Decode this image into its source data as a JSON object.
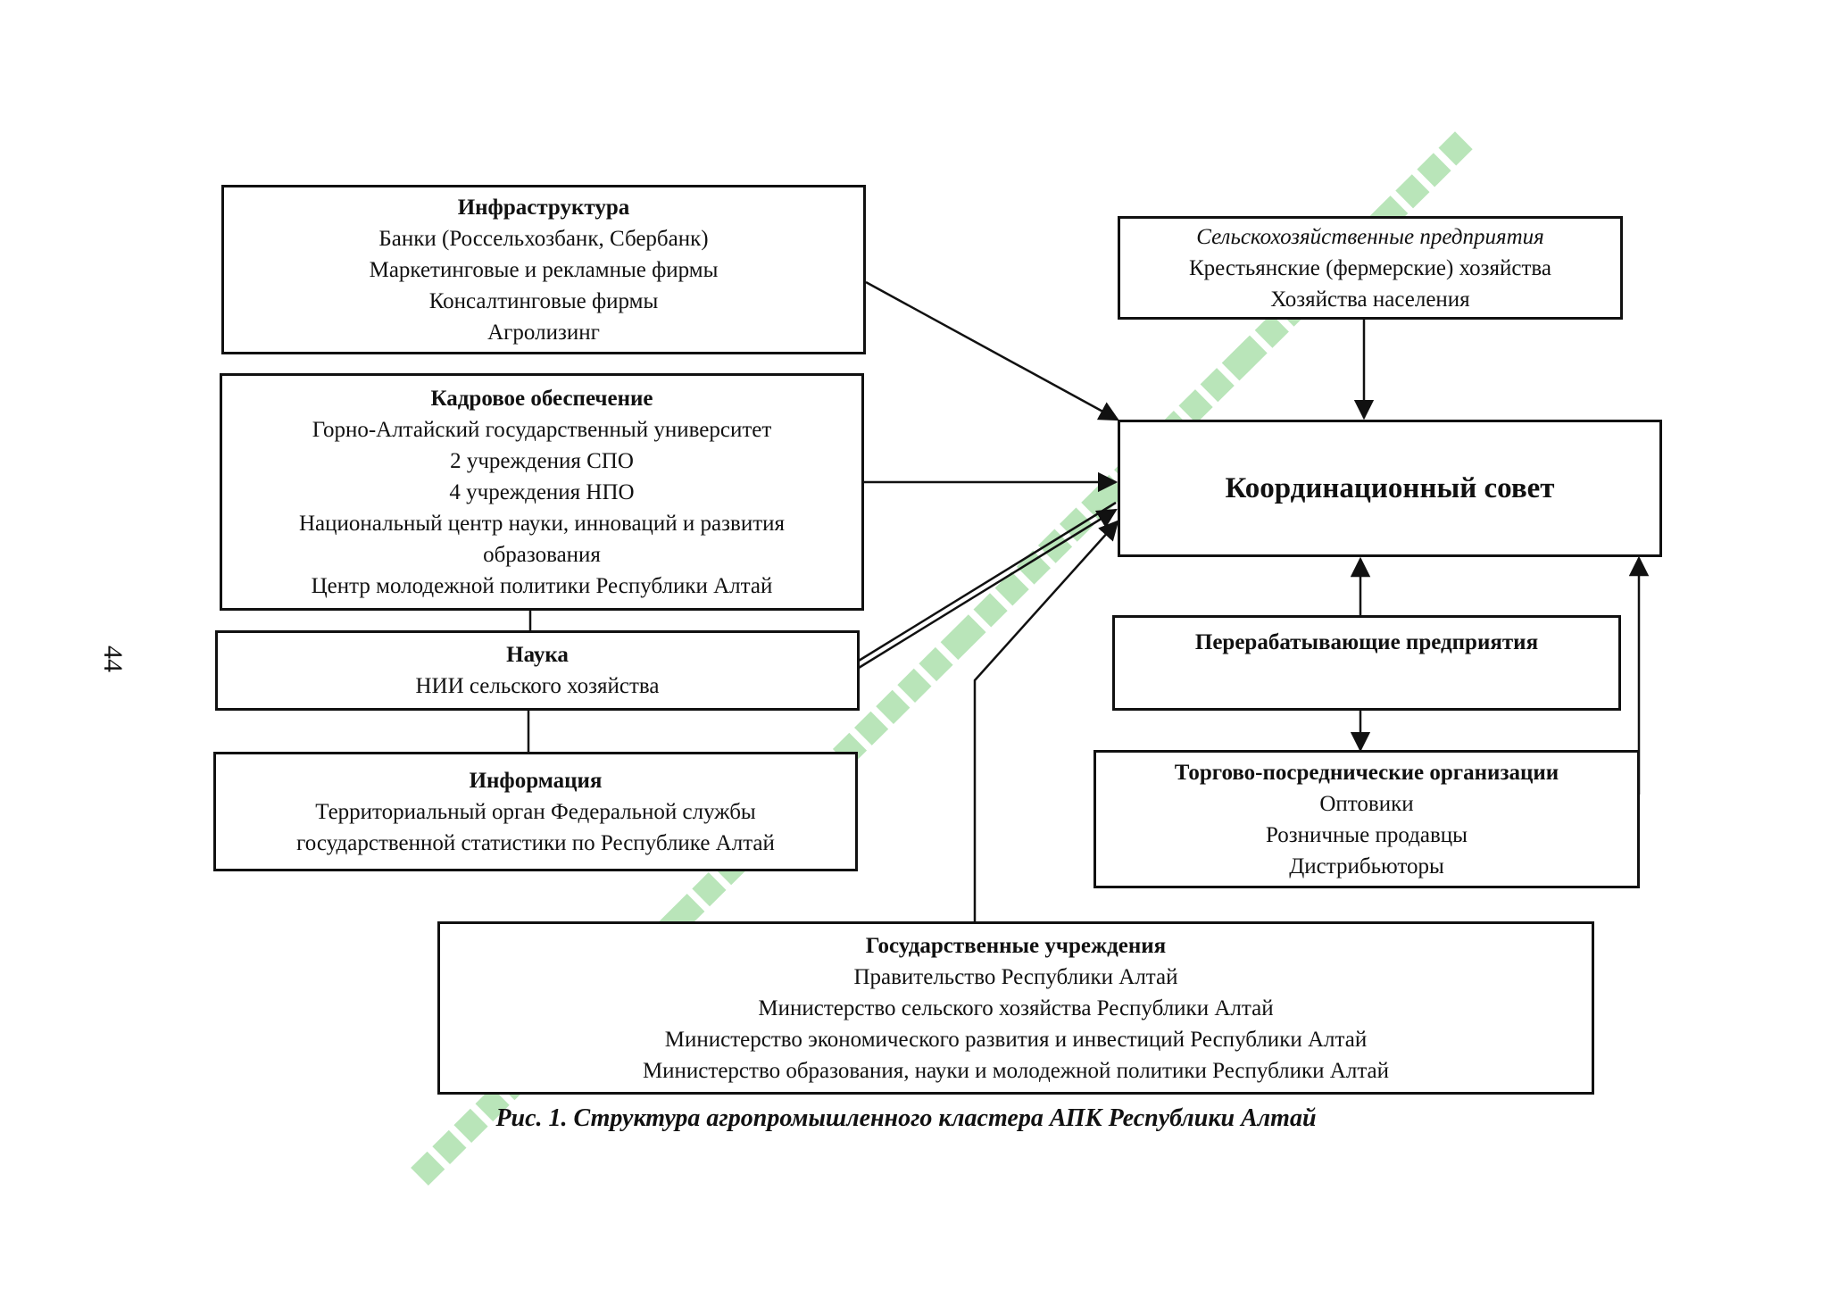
{
  "page_number": "44",
  "caption": "Рис. 1. Структура агропромышленного кластера АПК Республики Алтай",
  "center": {
    "title": "Координационный совет"
  },
  "boxes": {
    "infrastructure": {
      "title": "Инфраструктура",
      "lines": [
        "Банки (Россельхозбанк, Сбербанк)",
        "Маркетинговые и рекламные фирмы",
        "Консалтинговые фирмы",
        "Агролизинг"
      ]
    },
    "staffing": {
      "title": "Кадровое обеспечение",
      "lines": [
        "Горно-Алтайский государственный университет",
        "2 учреждения СПО",
        "4 учреждения НПО",
        "Национальный центр науки, инноваций и развития",
        "образования",
        "Центр молодежной политики Республики Алтай"
      ]
    },
    "science": {
      "title": "Наука",
      "lines": [
        "НИИ сельского хозяйства"
      ]
    },
    "information": {
      "title": "Информация",
      "lines": [
        "Территориальный орган Федеральной службы",
        "государственной статистики по Республике Алтай"
      ]
    },
    "agri": {
      "title": "",
      "lines": [
        "Сельскохозяйственные предприятия",
        "Крестьянские (фермерские) хозяйства",
        "Хозяйства населения"
      ]
    },
    "processing": {
      "title": "Перерабатывающие предприятия",
      "lines": []
    },
    "trade": {
      "title": "Торгово-посреднические организации",
      "lines": [
        "Оптовики",
        "Розничные продавцы",
        "Дистрибьюторы"
      ]
    },
    "government": {
      "title": "Государственные учреждения",
      "lines": [
        "Правительство Республики Алтай",
        "Министерство сельского хозяйства Республики Алтай",
        "Министерство экономического развития и инвестиций Республики Алтай",
        "Министерство образования, науки и молодежной политики Республики Алтай"
      ]
    }
  },
  "watermark_color": "#7fd07f"
}
